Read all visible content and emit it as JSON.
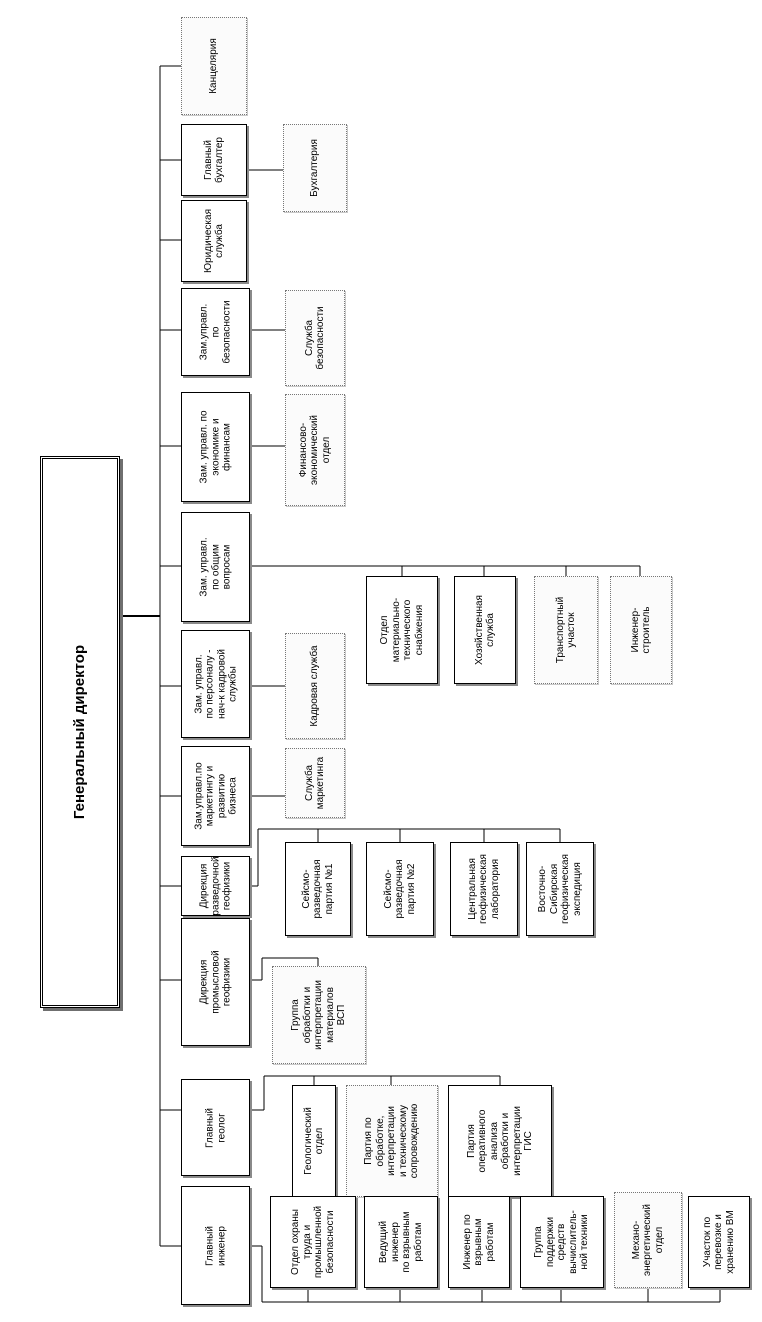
{
  "director": "Генеральный директор",
  "units": {
    "kanc": "Канцелярия",
    "gl_buh": "Главный\nбухгалтер",
    "buh": "Бухгалтерия",
    "yur": "Юридическая\nслужба",
    "zam_bez": "Зам.управл.\nпо\nбезопасности",
    "sl_bez": "Служба\nбезопасности",
    "zam_ekon": "Зам. управл. по\nэкономике и\nфинансам",
    "fin_ekon": "Финансово-\nэкономический\nотдел",
    "zam_obsh": "Зам. управл.\nпо общим\nвопросам",
    "omts": "Отдел\nматериально-\nтехнического\nснабжения",
    "hoz": "Хозяйственная\nслужба",
    "trans": "Транспортный\nучасток",
    "ing_str": "Инженер-\nстроитель",
    "zam_pers": "Зам. управл.\nпо персоналу -\nнач-к кадровой\nслужбы",
    "kadr": "Кадровая служба",
    "zam_mark": "Зам.управл.по\nмаркетингу и\nразвитию\nбизнеса",
    "sl_mark": "Служба\nмаркетинга",
    "dir_razv": "Дирекция\nразведочной\nгеофизики",
    "sp1": "Сейсмо-\nразведочная\nпартия №1",
    "sp2": "Сейсмо-\nразведочная\nпартия №2",
    "cgl": "Центральная\nгеофизическая\nлаборатория",
    "vsge": "Восточно-\nСибирская\nгеофизическая\nэкспедиция",
    "dir_prom": "Дирекция\nпромысловой\nгеофизики",
    "vsp": "Группа\nобработки и\nинтерпретации\nматериалов\nВСП",
    "gl_geolog": "Главный\nгеолог",
    "geo_otd": "Геологический\nотдел",
    "partia_obr": "Партия по\nобработке,\nинтерпретации\nи техническому\nсопровождению",
    "partia_oper": "Партия\nоперативного\nанализа\nобработки и\nинтерпретации\nГИС",
    "gl_ing": "Главный\nинженер",
    "ohr_truda": "Отдел охраны\nтруда и\nпромышленной\nбезопасности",
    "ved_ing": "Ведущий\nинженер\nпо взрывным\nработам",
    "ing_vzr": "Инженер по\nвзрывным\nработам",
    "gr_vt": "Группа\nподдержки\nсредств\nвычислитель-\nной техники",
    "meh_energ": "Механо-\nэнергетический\nотдел",
    "uch_vm": "Участок по\nперевозке и\nхранению ВМ"
  }
}
